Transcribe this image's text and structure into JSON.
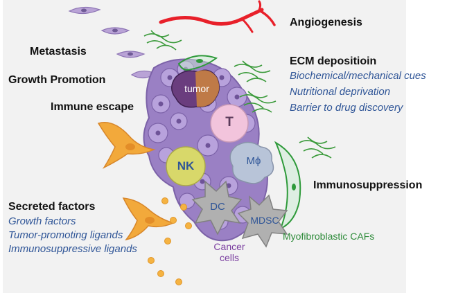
{
  "labels": {
    "angiogenesis": "Angiogenesis",
    "metastasis": "Metastasis",
    "growth_promotion": "Growth Promotion",
    "immune_escape": "Immune escape",
    "ecm_title": "ECM depositioin",
    "ecm_items": [
      "Biochemical/mechanical cues",
      "Nutritional deprivation",
      "Barrier to drug discovery"
    ],
    "immunosuppression": "Immunosuppression",
    "secreted_title": "Secreted factors",
    "secreted_items": [
      "Growth factors",
      "Tumor-promoting ligands",
      "Immunosuppressive ligands"
    ],
    "myofibroblastic": "Myofibroblastic CAFs",
    "cancer_cells_line1": "Cancer",
    "cancer_cells_line2": "cells"
  },
  "cells": {
    "tumor": "tumor",
    "t": "T",
    "nk": "NK",
    "macrophage": "Mϕ",
    "dc": "DC",
    "mdsc": "MDSC"
  },
  "colors": {
    "background_panel": "#f2f2f2",
    "blue_text": "#2f5597",
    "green_text": "#2e8b3a",
    "purple_text": "#7b3fa0",
    "vessel": "#e8202a",
    "ecm_fiber": "#3a9a3a",
    "tumor_mass": "#9a80c4",
    "caf": "#f2a93b",
    "t_cell": "#f2c4dc",
    "nk_cell": "#d8d86a",
    "macrophage": "#b8c4d8",
    "dc_mdsc": "#b0b0b0"
  }
}
